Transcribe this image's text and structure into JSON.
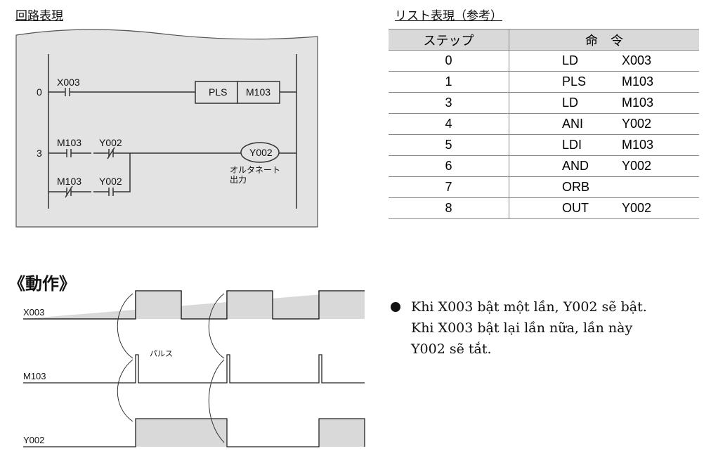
{
  "ladder": {
    "title": "回路表現",
    "rung0_step": "0",
    "rung3_step": "3",
    "x003": "X003",
    "pls": "PLS",
    "m103": "M103",
    "m103_a": "M103",
    "y002_a": "Y002",
    "m103_b": "M103",
    "y002_b": "Y002",
    "coil": "Y002",
    "coil_note_1": "オルタネート",
    "coil_note_2": "出力"
  },
  "list": {
    "title": "リスト表現（参考）",
    "headers": [
      "ステップ",
      "命　令"
    ],
    "rows": [
      [
        "0",
        "LD",
        "X003"
      ],
      [
        "1",
        "PLS",
        "M103"
      ],
      [
        "3",
        "LD",
        "M103"
      ],
      [
        "4",
        "ANI",
        "Y002"
      ],
      [
        "5",
        "LDI",
        "M103"
      ],
      [
        "6",
        "AND",
        "Y002"
      ],
      [
        "7",
        "ORB",
        ""
      ],
      [
        "8",
        "OUT",
        "Y002"
      ]
    ]
  },
  "timing": {
    "title": "《動作》",
    "signals": [
      "X003",
      "M103",
      "Y002"
    ],
    "pulse_label": "パルス"
  },
  "note": {
    "lines": [
      "Khi X003 bật một lần, Y002 sẽ bật.",
      "Khi X003 bật lại lần nữa, lần này",
      "Y002 sẽ tắt."
    ]
  }
}
